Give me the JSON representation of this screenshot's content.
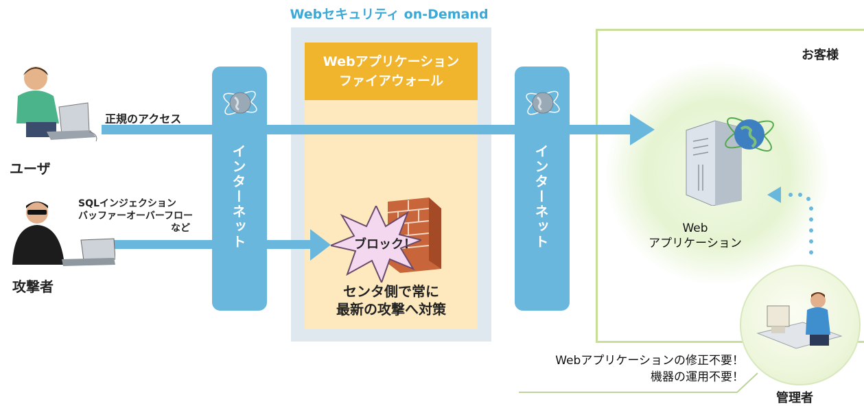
{
  "service_title": "Webセキュリティ on-Demand",
  "waf": {
    "header_line1": "Webアプリケーション",
    "header_line2": "ファイアウォール",
    "block_label": "ブロック！",
    "caption_line1": "センタ側で常に",
    "caption_line2": "最新の攻撃へ対策"
  },
  "internet_left": "インターネット",
  "internet_right": "インターネット",
  "user": {
    "label": "ユーザ",
    "access_label": "正規のアクセス"
  },
  "attacker": {
    "label": "攻撃者",
    "attack_line1": "SQLインジェクション",
    "attack_line2": "バッファーオーバーフロー",
    "attack_line3": "など"
  },
  "customer": {
    "label": "お客様",
    "server_line1": "Web",
    "server_line2": "アプリケーション"
  },
  "admin": {
    "label": "管理者",
    "note_line1": "Webアプリケーションの修正不要！",
    "note_line2": "機器の運用不要！"
  },
  "colors": {
    "accent_blue": "#6ab7de",
    "waf_header": "#f0b52c",
    "waf_body": "#fde9bd",
    "customer_border": "#c8df9a"
  }
}
